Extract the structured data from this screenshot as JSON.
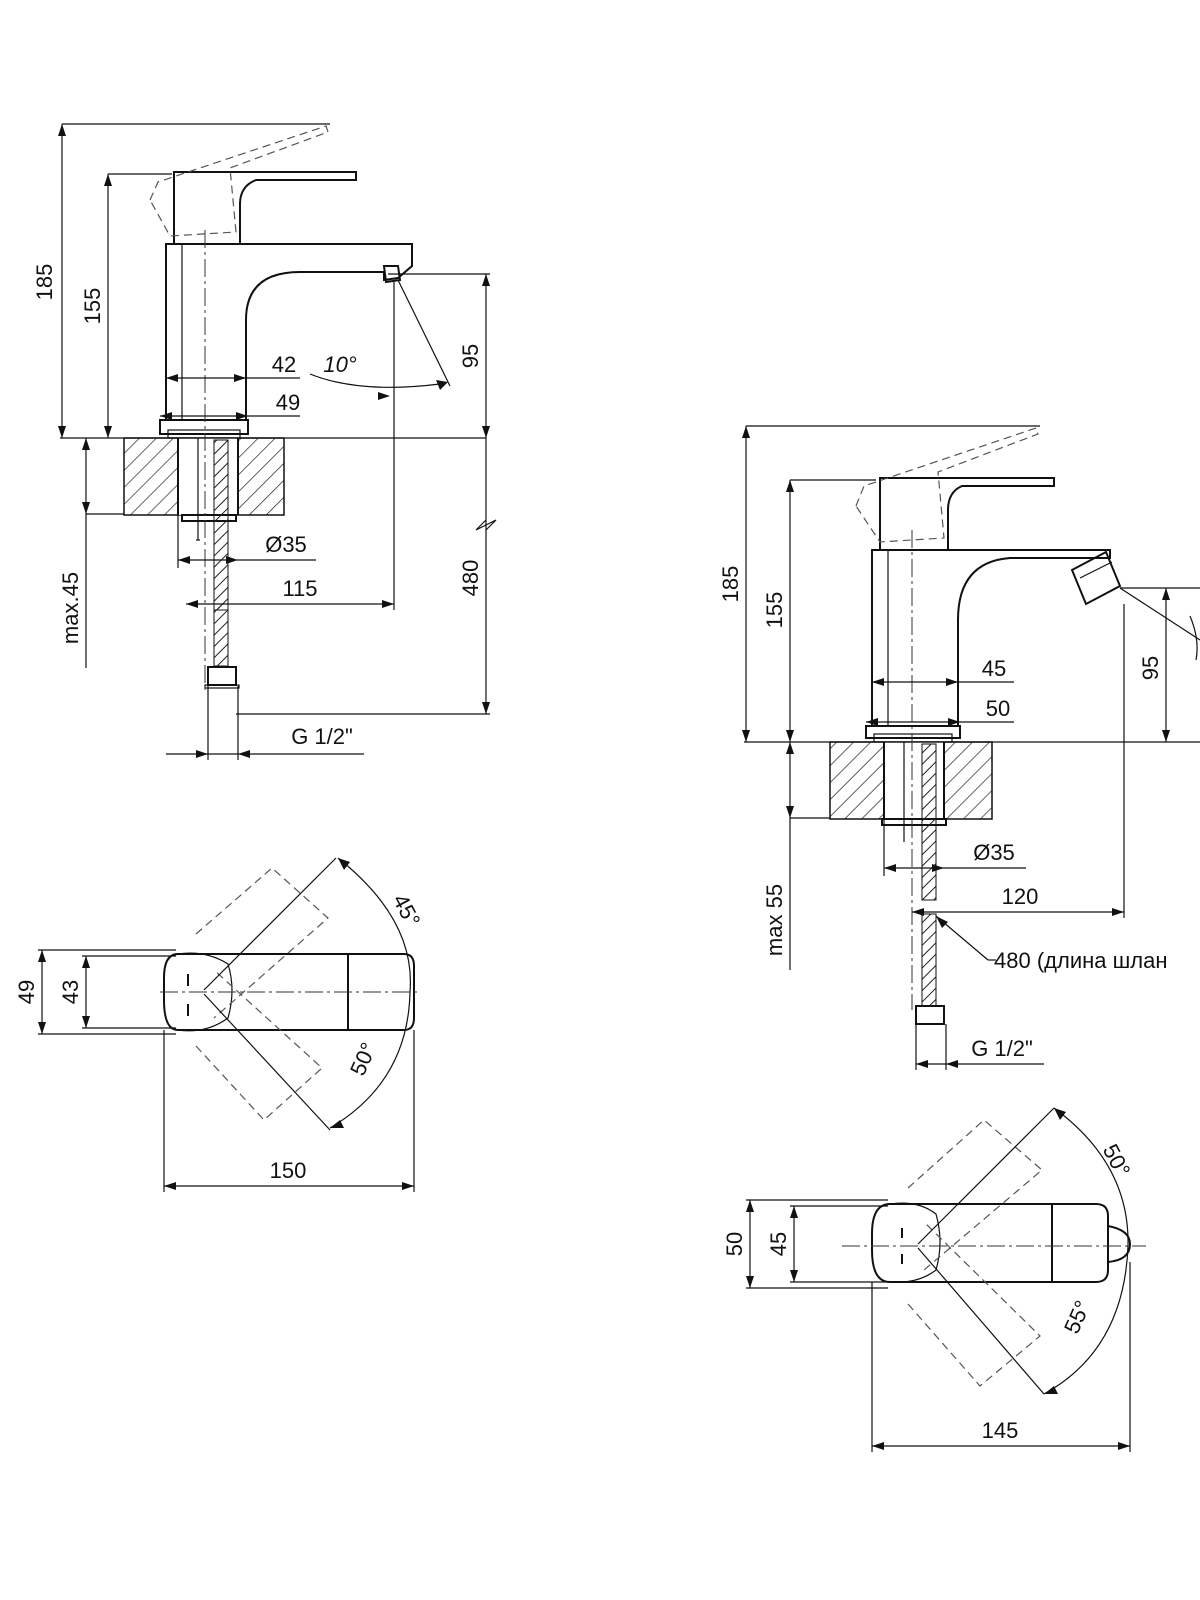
{
  "basin_mixer": {
    "side_view": {
      "height_total": "185",
      "height_lever": "155",
      "spout_height": "95",
      "tilt_angle": "10°",
      "body_dia_a": "42",
      "body_dia_b": "49",
      "mount_dia": "Ø35",
      "reach": "115",
      "hose_length": "480",
      "max_thickness": "max.45",
      "connection": "G 1/2\""
    },
    "top_view": {
      "width_outer": "49",
      "width_inner": "43",
      "angle_a": "45°",
      "angle_b": "50°",
      "length": "150"
    }
  },
  "bidet_mixer": {
    "side_view": {
      "height_total": "185",
      "height_lever": "155",
      "spout_height": "95",
      "body_dia_a": "45",
      "body_dia_b": "50",
      "mount_dia": "Ø35",
      "reach": "120",
      "max_thickness": "max 55",
      "hose_note": "480 (длина шлан",
      "connection": "G 1/2\""
    },
    "top_view": {
      "width_outer": "50",
      "width_inner": "45",
      "angle_a": "50°",
      "angle_b": "55°",
      "length": "145"
    }
  }
}
